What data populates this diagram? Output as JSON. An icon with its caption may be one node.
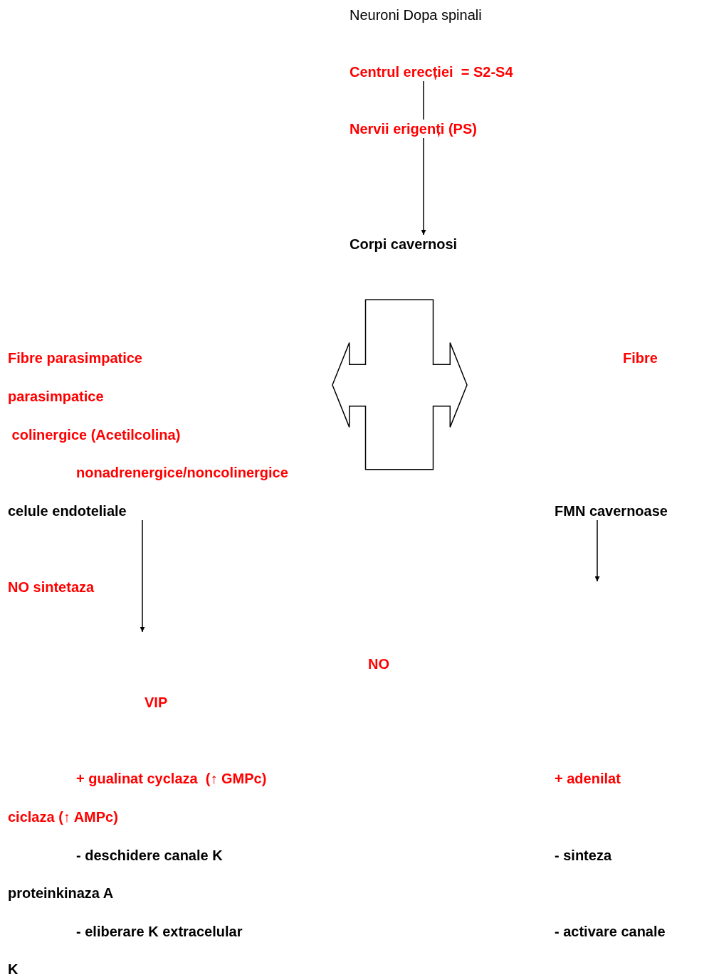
{
  "diagram": {
    "nodes": [
      {
        "text": [
          "Centrul erecției  = S2-S4"
        ]
      },
      {
        "text": [
          "Corpi cavernosi"
        ]
      },
      {
        "text": [],
        "shape": "arrow"
      },
      {
        "text": [
          "celule endoteliale"
        ]
      },
      {
        "text": [
          "FMN cavernoase"
        ]
      }
    ],
    "edges": [
      {
        "from": 0,
        "to": 1,
        "arrow": "to"
      },
      {
        "from": 3,
        "to": null,
        "arrow": "to"
      },
      {
        "from": 4,
        "to": null,
        "arrow": "to"
      }
    ],
    "labels": [
      "Neuroni Dopa spinali",
      "Nervii erigenți (PS)",
      "Fibre parasimpatice",
      "Fibre",
      "parasimpatice",
      " colinergice (Acetilcolina)",
      "nonadrenergice/noncolinergice",
      "NO sintetaza",
      "NO",
      "VIP",
      "+ gualinat cyclaza  (↑ GMPc)",
      "+ adenilat",
      "ciclaza (↑ AMPc)",
      "- deschidere canale K",
      "- sinteza",
      "proteinkinaza A",
      "- eliberare K extracelular",
      "- activare canale",
      "K"
    ]
  }
}
